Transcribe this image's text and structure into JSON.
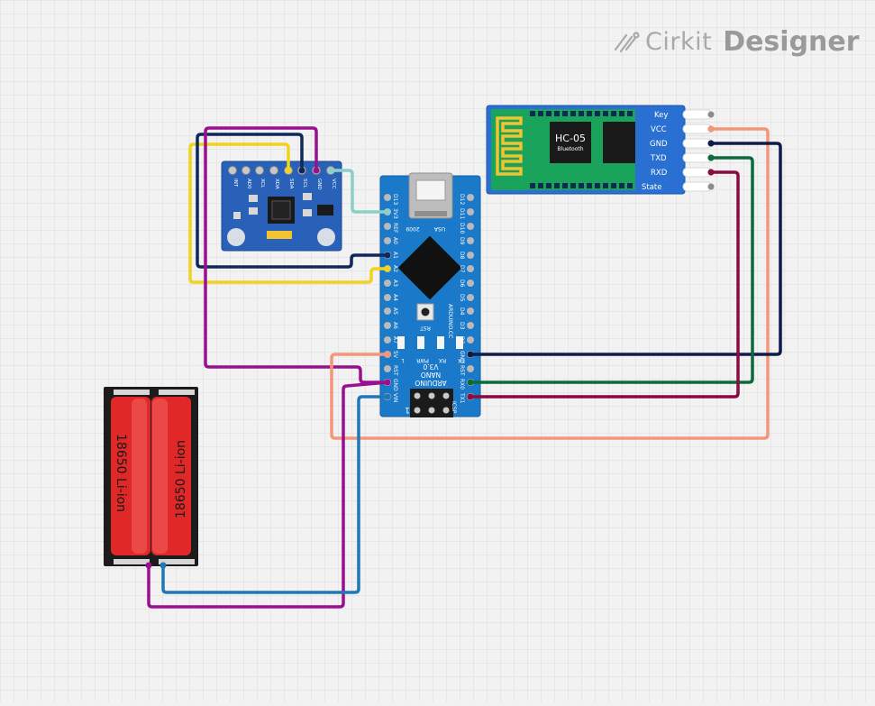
{
  "logo": {
    "brand": "Cirkit",
    "product": "Designer",
    "icon": "cirkit-logo-icon"
  },
  "components": {
    "gyro": {
      "pins": [
        "INT",
        "AD0",
        "XCL",
        "XDA",
        "SDA",
        "SCL",
        "GND",
        "VCC"
      ]
    },
    "bluetooth": {
      "title": "HC-05",
      "subtitle": "Bluetooth",
      "pins": [
        "Key",
        "VCC",
        "GND",
        "TXD",
        "RXD",
        "State"
      ]
    },
    "nano": {
      "left_pins": [
        "D13",
        "3V3",
        "REF",
        "A0",
        "A1",
        "A2",
        "A3",
        "A4",
        "A5",
        "A6",
        "A7",
        "5V",
        "RST",
        "GND",
        "VIN"
      ],
      "right_pins": [
        "D12",
        "D11",
        "D10",
        "D9",
        "D8",
        "D7",
        "D6",
        "D5",
        "D4",
        "D3",
        "D2",
        "GND",
        "RST",
        "RX0",
        "TX1"
      ],
      "usa": "USA",
      "year": "2009",
      "rst": "RST",
      "brand": "ARDUINO.CC",
      "leds": [
        "L",
        "PWR",
        "RX",
        "TX"
      ],
      "name_line1": "ARDUINO",
      "name_line2": "NANO",
      "version": "V3.0",
      "icsp": "ICSP",
      "icsp_one": "1"
    },
    "battery": {
      "label1": "18650 Li-ion",
      "label2": "18650 Li-ion"
    }
  },
  "wire_colors": {
    "yellow": "#f2d21b",
    "purple": "#990f8f",
    "navy": "#10275c",
    "cyan": "#8ccfc9",
    "blue": "#1f78b4",
    "salmon": "#f4967a",
    "dark_navy": "#101b4a",
    "green": "#0b6b3d",
    "crimson": "#8a0b40"
  },
  "board_colors": {
    "nano": "#1b79c9",
    "gyro": "#2960b8",
    "bluetooth": "#2a6fd2",
    "bt_pcb": "#1aa35a",
    "battery": "#e02828"
  }
}
